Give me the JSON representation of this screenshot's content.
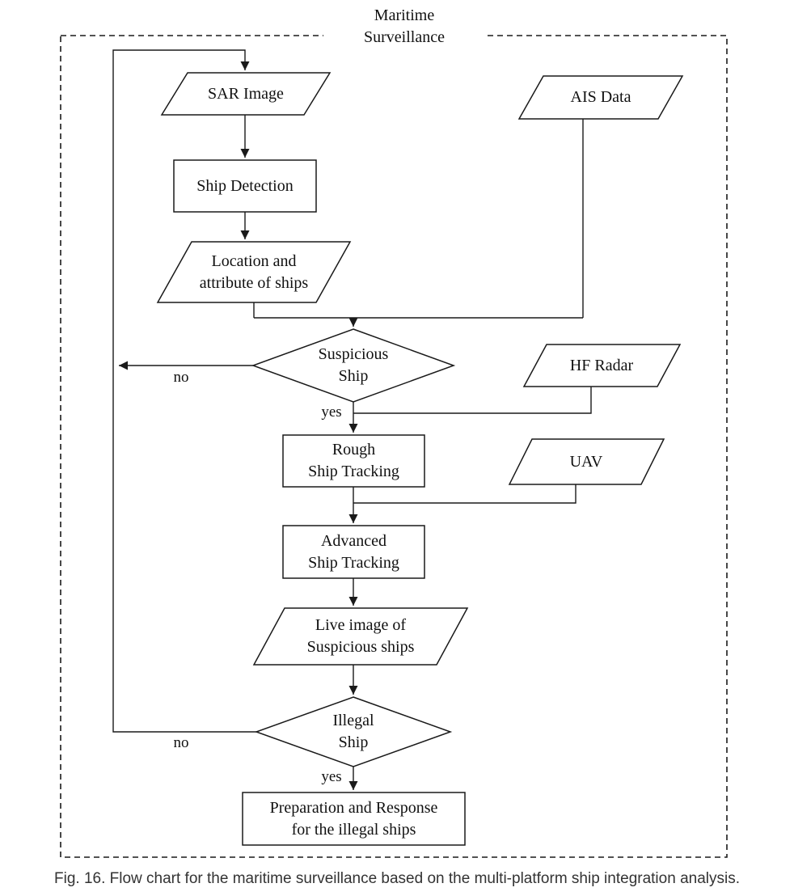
{
  "title": {
    "line1": "Maritime",
    "line2": "Surveillance"
  },
  "caption": "Fig. 16.  Flow chart for the maritime surveillance based on the multi-platform ship integration analysis.",
  "nodes": {
    "sar_image": {
      "label": "SAR Image"
    },
    "ais_data": {
      "label": "AIS Data"
    },
    "ship_detection": {
      "label": "Ship Detection"
    },
    "location_attribute": {
      "line1": "Location and",
      "line2": "attribute of ships"
    },
    "suspicious_ship": {
      "line1": "Suspicious",
      "line2": "Ship"
    },
    "hf_radar": {
      "label": "HF Radar"
    },
    "rough_ship_tracking": {
      "line1": "Rough",
      "line2": "Ship Tracking"
    },
    "uav": {
      "label": "UAV"
    },
    "advanced_ship_tracking": {
      "line1": "Advanced",
      "line2": "Ship Tracking"
    },
    "live_image": {
      "line1": "Live image of",
      "line2": "Suspicious ships"
    },
    "illegal_ship": {
      "line1": "Illegal",
      "line2": "Ship"
    },
    "preparation_response": {
      "line1": "Preparation and Response",
      "line2": "for the illegal ships"
    }
  },
  "edge_labels": {
    "suspicious_no": "no",
    "suspicious_yes": "yes",
    "illegal_no": "no",
    "illegal_yes": "yes"
  }
}
